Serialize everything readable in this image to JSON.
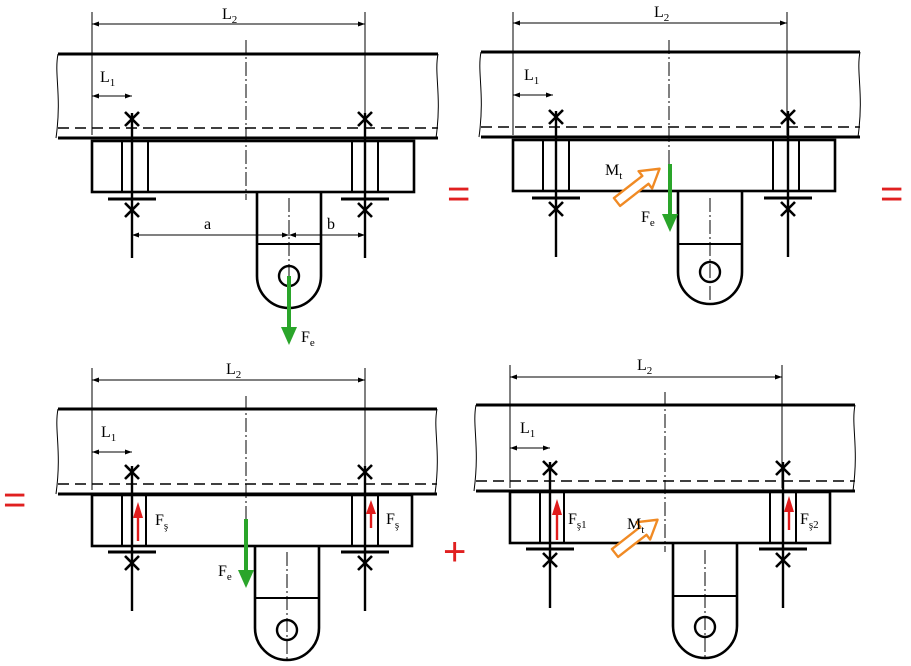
{
  "colors": {
    "line": "#000000",
    "force_load": "#2aa52a",
    "force_reaction": "#e01b1b",
    "moment": "#f08a24",
    "operator": "#e02020"
  },
  "operators": {
    "equals": "=",
    "plus": "+"
  },
  "panels": [
    {
      "L2": {
        "main": "L",
        "sub": "2"
      },
      "L1": {
        "main": "L",
        "sub": "1"
      },
      "a": "a",
      "b": "b",
      "Fe": {
        "main": "F",
        "sub": "e"
      }
    },
    {
      "L2": {
        "main": "L",
        "sub": "2"
      },
      "L1": {
        "main": "L",
        "sub": "1"
      },
      "Mt": {
        "main": "M",
        "sub": "t"
      },
      "Fe": {
        "main": "F",
        "sub": "e"
      }
    },
    {
      "L2": {
        "main": "L",
        "sub": "2"
      },
      "L1": {
        "main": "L",
        "sub": "1"
      },
      "Fs_left": {
        "main": "F",
        "sub": "ş"
      },
      "Fs_right": {
        "main": "F",
        "sub": "ş"
      },
      "Fe": {
        "main": "F",
        "sub": "e"
      }
    },
    {
      "L2": {
        "main": "L",
        "sub": "2"
      },
      "L1": {
        "main": "L",
        "sub": "1"
      },
      "Fs1": {
        "main": "F",
        "sub": "ş1"
      },
      "Mt": {
        "main": "M",
        "sub": "t"
      },
      "Fs2": {
        "main": "F",
        "sub": "ş2"
      }
    }
  ]
}
